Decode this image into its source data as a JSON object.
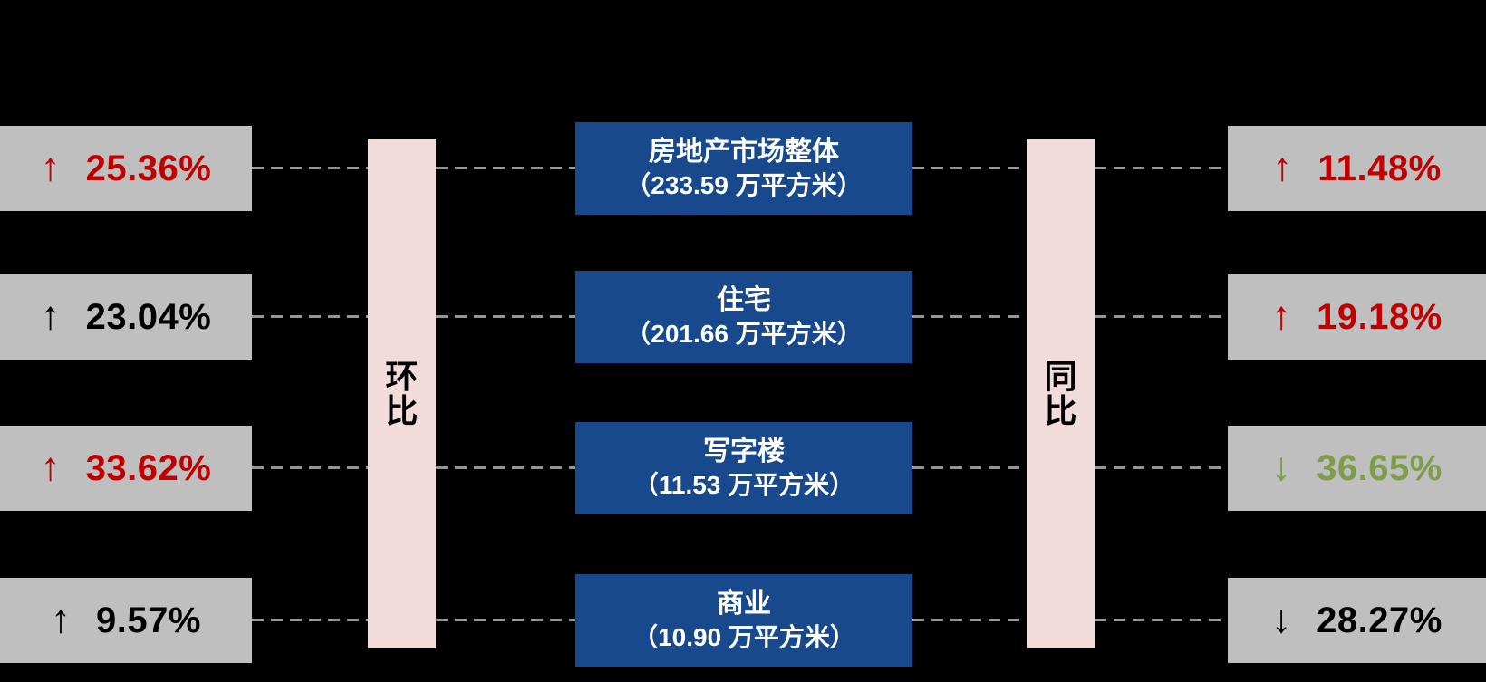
{
  "connectors": {
    "mom_label": "环比",
    "yoy_label": "同比"
  },
  "colors": {
    "background": "#000000",
    "stat_box_gray": "#BFBFBF",
    "category_box_blue": "#17498C",
    "connector_bar_pink": "#F2DCDB",
    "dash_line_gray": "#969696",
    "up_red": "#C00000",
    "down_green": "#7E9D4B",
    "neutral_black": "#000000",
    "category_text_white": "#FFFFFF"
  },
  "rows": [
    {
      "category": "房地产市场整体",
      "area_label": "（233.59 万平方米）",
      "mom": {
        "arrow": "↑",
        "value": "25.36%",
        "color": "#C00000"
      },
      "yoy": {
        "arrow": "↑",
        "value": "11.48%",
        "color": "#C00000"
      }
    },
    {
      "category": "住宅",
      "area_label": "（201.66 万平方米）",
      "mom": {
        "arrow": "↑",
        "value": "23.04%",
        "color": "#000000"
      },
      "yoy": {
        "arrow": "↑",
        "value": "19.18%",
        "color": "#C00000"
      }
    },
    {
      "category": "写字楼",
      "area_label": "（11.53 万平方米）",
      "mom": {
        "arrow": "↑",
        "value": "33.62%",
        "color": "#C00000"
      },
      "yoy": {
        "arrow": "↓",
        "value": "36.65%",
        "color": "#7E9D4B"
      }
    },
    {
      "category": "商业",
      "area_label": "（10.90 万平方米）",
      "mom": {
        "arrow": "↑",
        "value": "9.57%",
        "color": "#000000"
      },
      "yoy": {
        "arrow": "↓",
        "value": "28.27%",
        "color": "#000000"
      }
    }
  ]
}
